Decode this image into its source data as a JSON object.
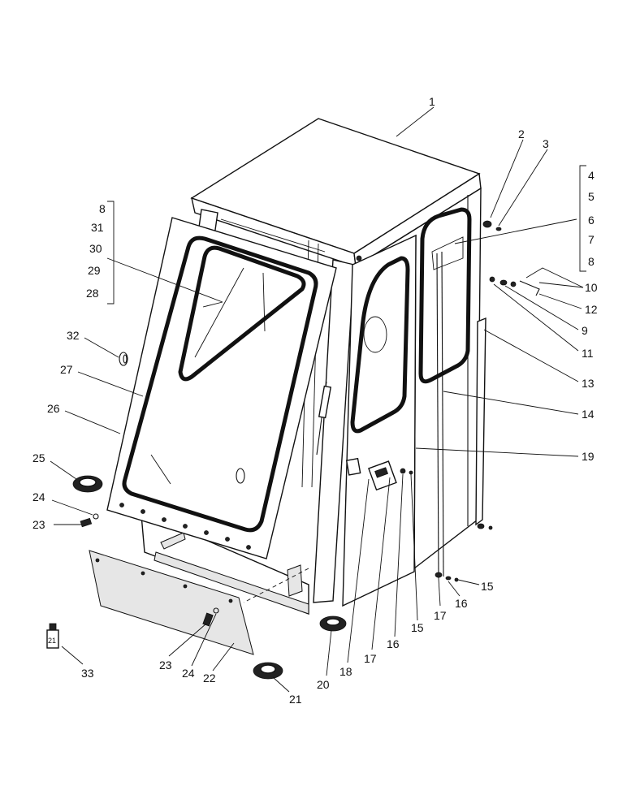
{
  "labels": {
    "l1": "1",
    "l2": "2",
    "l3": "3",
    "l4": "4",
    "l5": "5",
    "l6": "6",
    "l7": "7",
    "l8r": "8",
    "l8l": "8",
    "l9": "9",
    "l10": "10",
    "l11": "11",
    "l12": "12",
    "l13": "13",
    "l14": "14",
    "l15a": "15",
    "l15b": "15",
    "l16a": "16",
    "l16b": "16",
    "l17a": "17",
    "l17b": "17",
    "l18": "18",
    "l19": "19",
    "l20": "20",
    "l21": "21",
    "l22": "22",
    "l23a": "23",
    "l23b": "23",
    "l24a": "24",
    "l24b": "24",
    "l25": "25",
    "l26": "26",
    "l27": "27",
    "l28": "28",
    "l29": "29",
    "l30": "30",
    "l31": "31",
    "l32": "32",
    "l33": "33",
    "tube_text": "21"
  }
}
